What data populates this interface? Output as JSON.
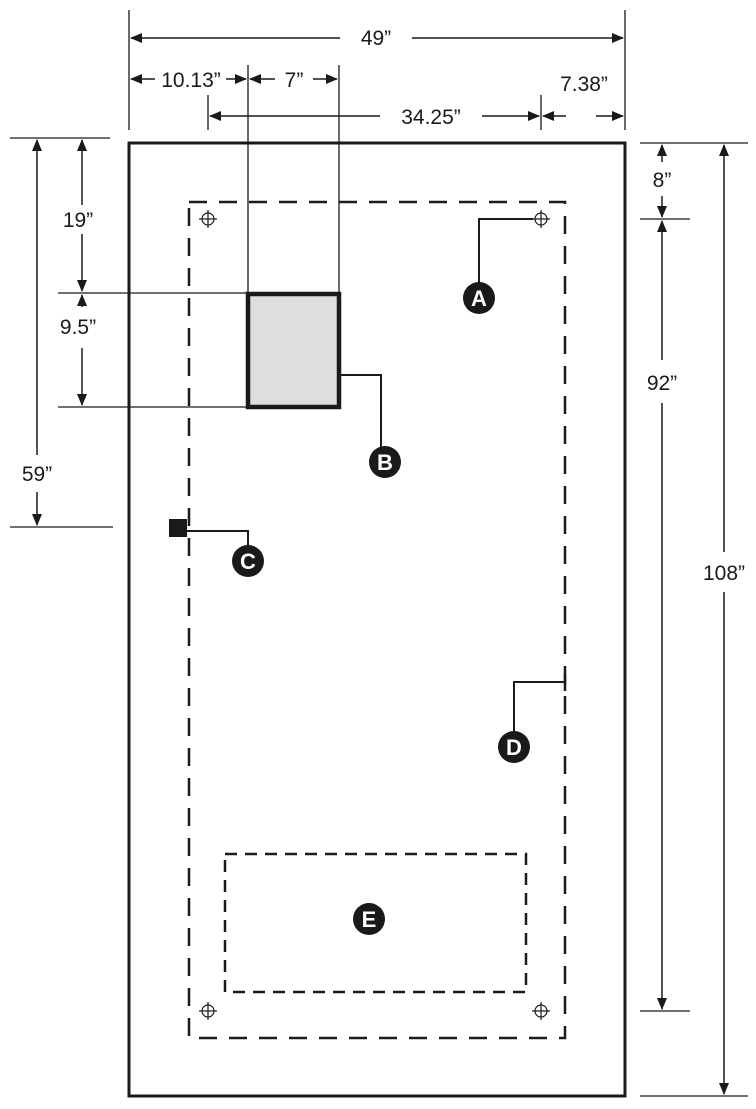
{
  "dimensions": {
    "overall_width": "49”",
    "left_offset": "10.13”",
    "box_width": "7”",
    "right_offset": "7.38”",
    "mount_span": "34.25”",
    "top_to_box": "19”",
    "box_height": "9.5”",
    "top_to_marker": "59”",
    "top_to_mount": "8”",
    "mount_height": "92”",
    "overall_height": "108”"
  },
  "callouts": {
    "a": "A",
    "b": "B",
    "c": "C",
    "d": "D",
    "e": "E"
  },
  "colors": {
    "line": "#1a1a1a",
    "box_fill": "#dedede",
    "badge": "#1a1a1a"
  }
}
